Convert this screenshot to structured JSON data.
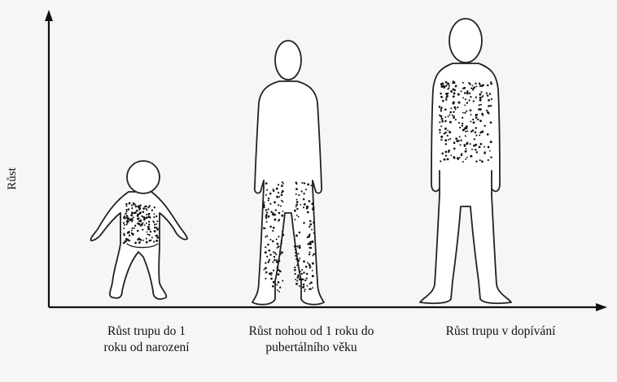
{
  "axis": {
    "ylabel": "Růst"
  },
  "stages": [
    {
      "caption": "Růst trupu do 1\nroku od narození",
      "dotted_region": "trunk"
    },
    {
      "caption": "Růst nohou od 1 roku do\npubertálního věku",
      "dotted_region": "legs"
    },
    {
      "caption": "Růst trupu v dopívání",
      "dotted_region": "trunk"
    }
  ],
  "colors": {
    "line": "#222222",
    "background": "#f6f6f6",
    "figure_fill": "#ffffff"
  }
}
